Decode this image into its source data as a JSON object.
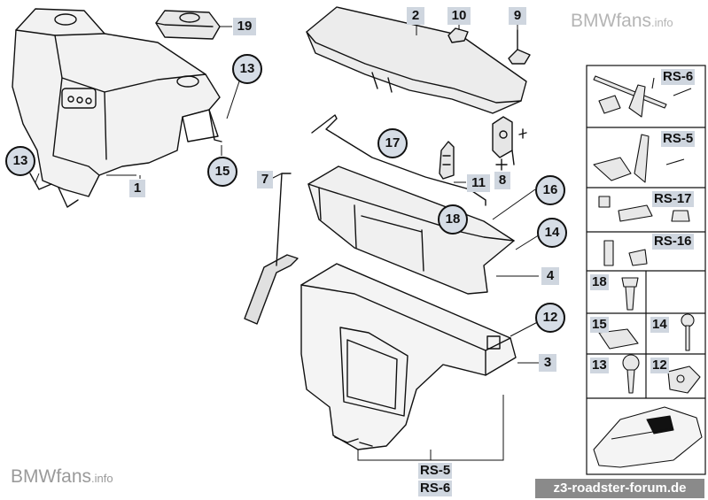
{
  "watermark_top": {
    "brand": "BMWfans",
    "suffix": ".info"
  },
  "watermark_bottom": {
    "brand": "BMWfans",
    "suffix": ".info"
  },
  "forum_label": "z3-roadster-forum.de",
  "callouts": {
    "boxed": [
      "1",
      "2",
      "3",
      "4",
      "7",
      "8",
      "9",
      "10",
      "11",
      "14",
      "19"
    ],
    "circled": [
      "12",
      "13",
      "13",
      "15",
      "16",
      "17",
      "18"
    ],
    "rs_bottom": [
      "RS-5",
      "RS-6"
    ]
  },
  "side_panel": {
    "rs_labels": [
      "RS-6",
      "RS-5",
      "RS-17",
      "RS-16"
    ],
    "cell_numbers": [
      "18",
      "15",
      "14",
      "13",
      "12"
    ]
  }
}
